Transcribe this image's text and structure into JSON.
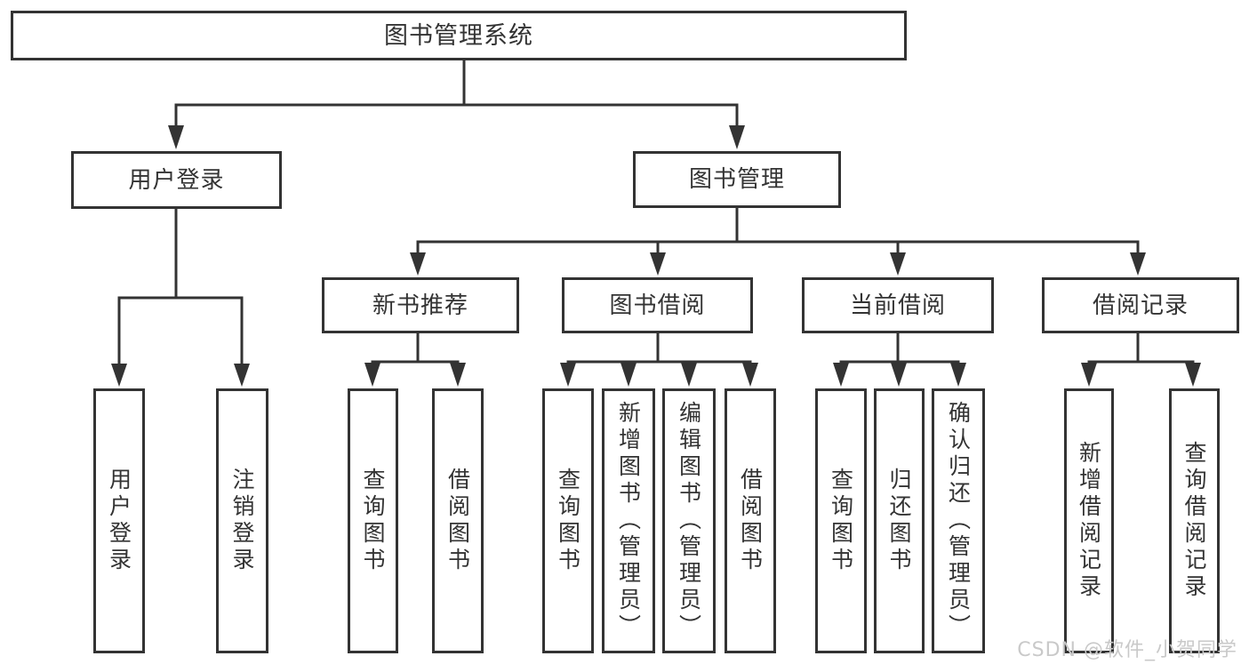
{
  "tree": {
    "root": "图书管理系统",
    "level2": [
      "用户登录",
      "图书管理"
    ],
    "level3": [
      "新书推荐",
      "图书借阅",
      "当前借阅",
      "借阅记录"
    ],
    "leaves": {
      "user_login": [
        "用户登录",
        "注销登录"
      ],
      "new_book_recommend": [
        "查询图书",
        "借阅图书"
      ],
      "book_borrow": [
        "查询图书",
        "新增图书（管理员）",
        "编辑图书（管理员）",
        "借阅图书"
      ],
      "current_borrow": [
        "查询图书",
        "归还图书",
        "确认归还（管理员）"
      ],
      "borrow_records": [
        "新增借阅记录",
        "查询借阅记录"
      ]
    }
  },
  "watermark": "CSDN @软件_小贺同学",
  "colors": {
    "line": "#333333",
    "box_background": "#ffffff",
    "text": "#333333",
    "watermark": "#c9c9c9",
    "page_background": "#ffffff"
  }
}
